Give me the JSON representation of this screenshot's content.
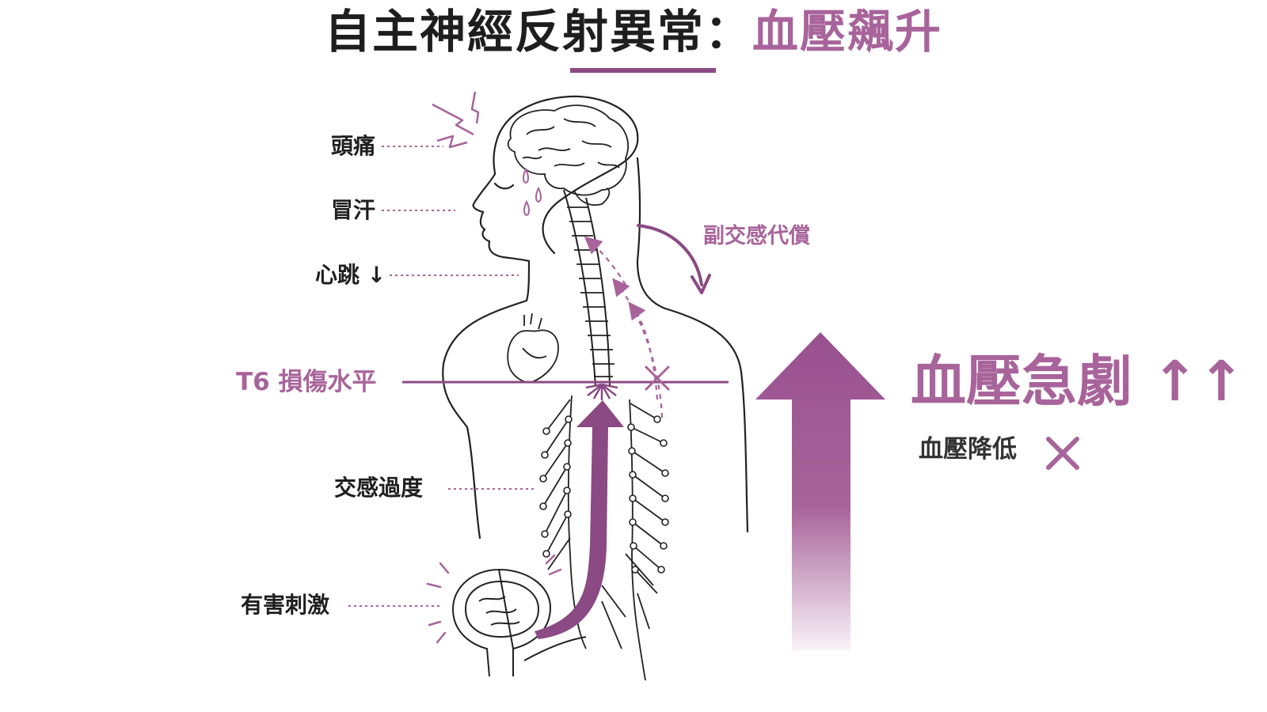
{
  "title": {
    "main": "自主神經反射異常",
    "separator": "：",
    "accent": "血壓飆升"
  },
  "labels": {
    "headache": "頭痛",
    "sweating": "冒汗",
    "heart_rate": "心跳 ↓",
    "t6_level": "T6 損傷水平",
    "sympathetic_over": "交感過度",
    "noxious_stimulus": "有害刺激",
    "parasympathetic": "副交感代償"
  },
  "blood_pressure": {
    "rise": "血壓急劇 ↑↑",
    "cannot_drop": "血壓降低"
  },
  "colors": {
    "accent": "#a8649a",
    "accent_dark": "#8b4a84",
    "line": "#222222",
    "text": "#1f1f1f"
  },
  "icons": {
    "lightning": "lightning-icon",
    "sweat_drops": "sweat-drops-icon",
    "block_x": "x-icon"
  }
}
